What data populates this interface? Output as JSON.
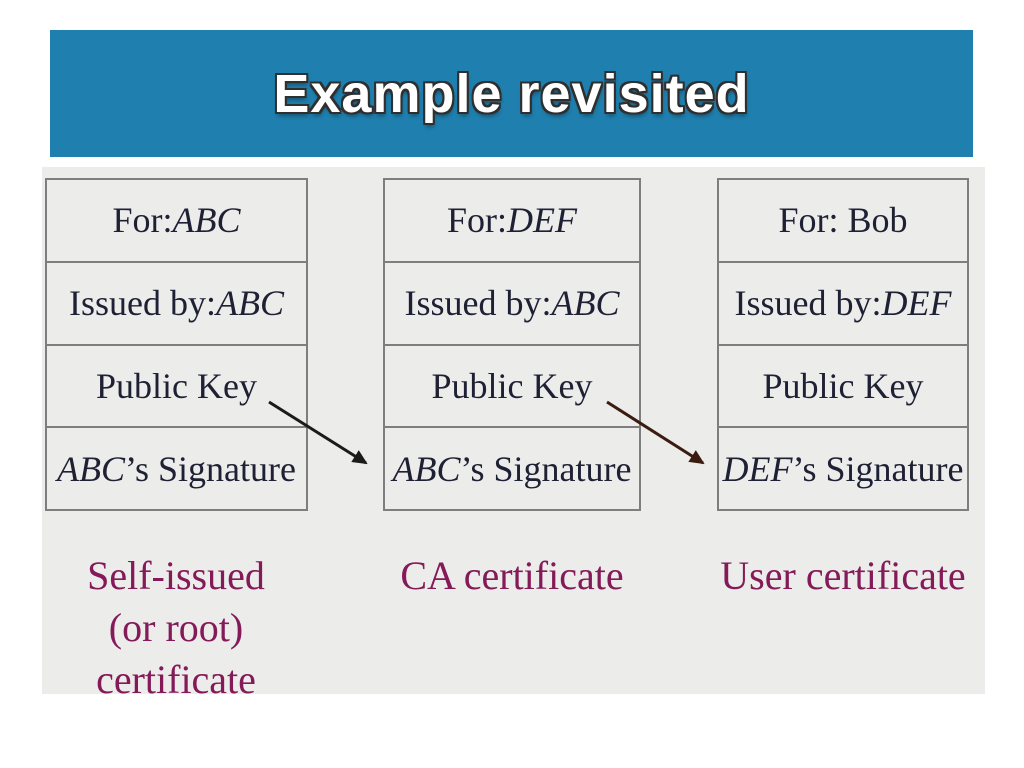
{
  "slide": {
    "title": "Example revisited",
    "colors": {
      "header_bg": "#1f7fae",
      "title_text": "#ffffff",
      "title_outline": "#2f2f2f",
      "content_bg": "#ececeb",
      "box_border": "#7e7e7e",
      "box_text": "#1e2033",
      "label_text": "#841a58",
      "arrow_root_to_ca": "#1b1b1b",
      "arrow_ca_to_user": "#3a1c10"
    }
  },
  "certificates": [
    {
      "id": "root",
      "rows": [
        {
          "pre": "For: ",
          "em": "ABC",
          "post": ""
        },
        {
          "pre": "Issued by: ",
          "em": "ABC",
          "post": ""
        },
        {
          "pre": "Public Key",
          "em": "",
          "post": ""
        },
        {
          "pre": "",
          "em": "ABC",
          "post": "’s Signature"
        }
      ],
      "label_lines": [
        "Self-issued",
        "(or root)",
        "certificate"
      ]
    },
    {
      "id": "ca",
      "rows": [
        {
          "pre": "For: ",
          "em": "DEF",
          "post": ""
        },
        {
          "pre": "Issued by: ",
          "em": "ABC",
          "post": ""
        },
        {
          "pre": "Public Key",
          "em": "",
          "post": ""
        },
        {
          "pre": "",
          "em": "ABC",
          "post": "’s Signature"
        }
      ],
      "label_lines": [
        "CA certificate"
      ]
    },
    {
      "id": "user",
      "rows": [
        {
          "pre": "For: Bob",
          "em": "",
          "post": ""
        },
        {
          "pre": "Issued by: ",
          "em": "DEF",
          "post": ""
        },
        {
          "pre": "Public Key",
          "em": "",
          "post": ""
        },
        {
          "pre": "",
          "em": "DEF",
          "post": "’s Signature"
        }
      ],
      "label_lines": [
        "User certificate"
      ]
    }
  ]
}
